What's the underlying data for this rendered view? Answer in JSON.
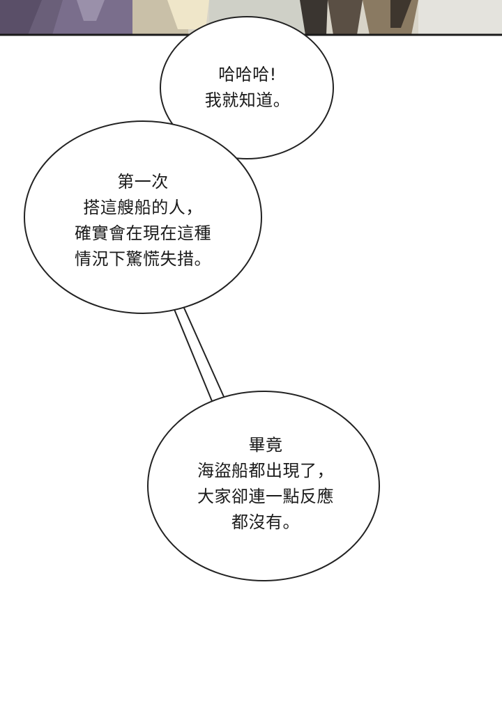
{
  "panel": {
    "top_strip": "illustrated scene of characters standing on a ship deck",
    "colors": {
      "background": "#ffffff",
      "bubble_fill": "#ffffff",
      "bubble_stroke": "#222222",
      "text": "#1a1a1a"
    }
  },
  "bubbles": [
    {
      "lines": [
        "哈哈哈!",
        "我就知道。"
      ]
    },
    {
      "lines": [
        "第一次",
        "搭這艘船的人，",
        "確實會在現在這種",
        "情況下驚慌失措。"
      ]
    },
    {
      "lines": [
        "畢竟",
        "海盜船都出現了，",
        "大家卻連一點反應",
        "都沒有。"
      ]
    }
  ]
}
